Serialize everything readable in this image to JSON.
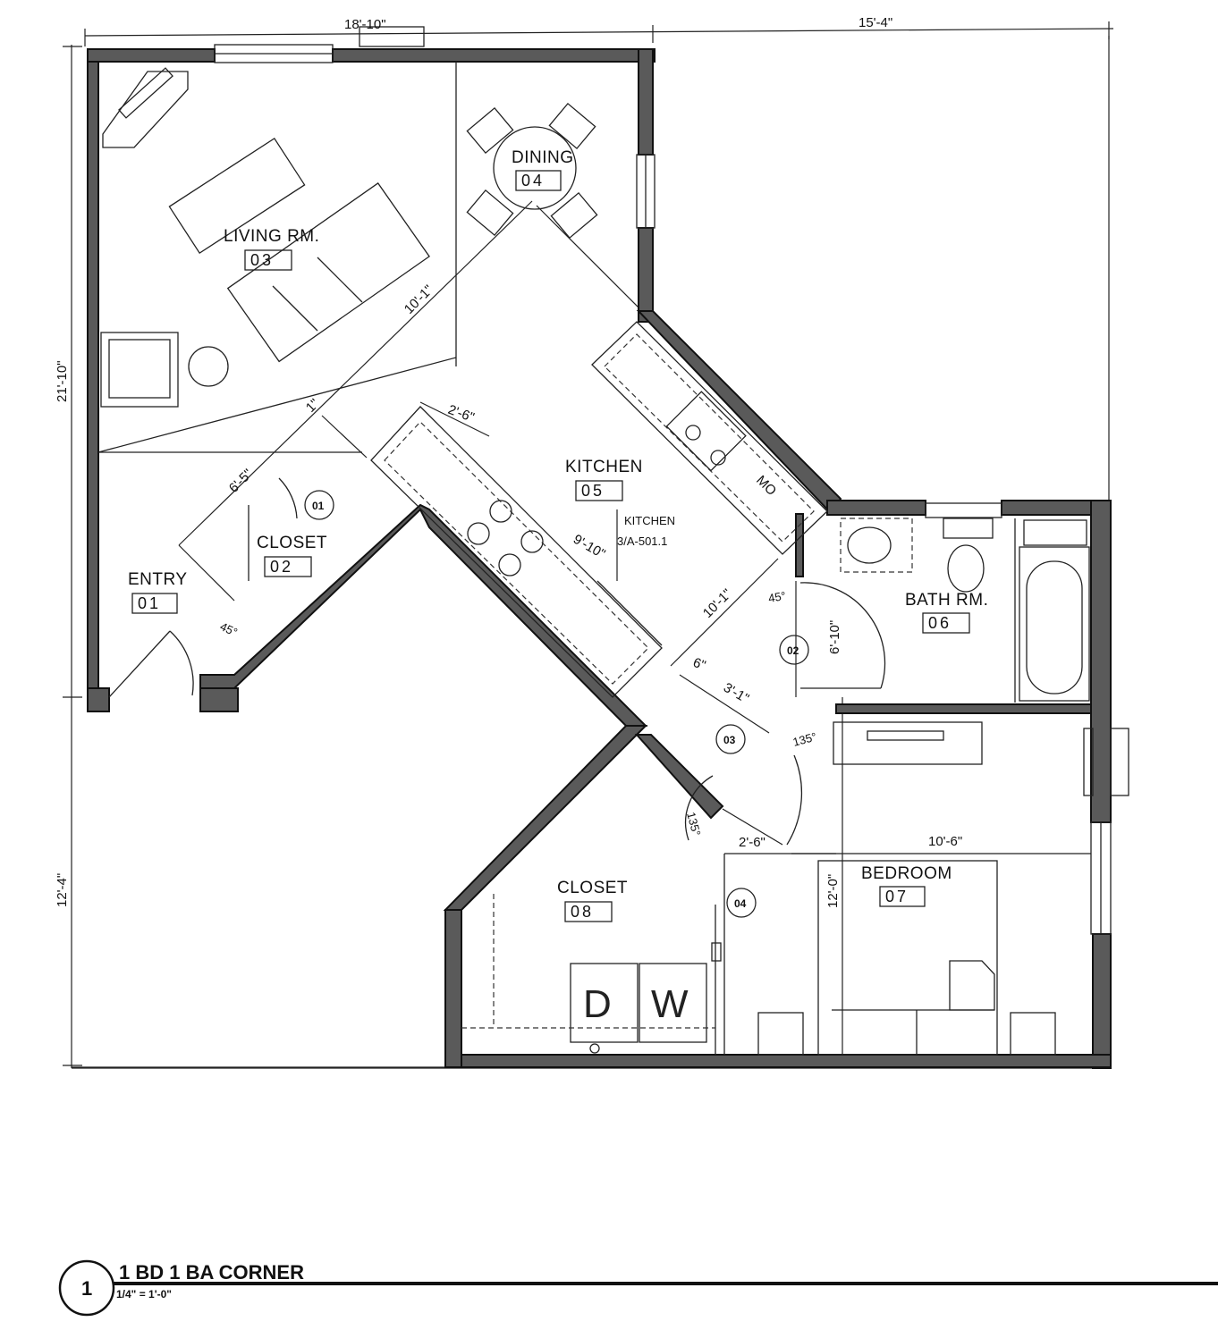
{
  "rooms": [
    {
      "name": "LIVING RM.",
      "number": "03"
    },
    {
      "name": "DINING",
      "number": "04"
    },
    {
      "name": "KITCHEN",
      "number": "05"
    },
    {
      "name": "ENTRY",
      "number": "01"
    },
    {
      "name": "CLOSET",
      "number": "02"
    },
    {
      "name": "BATH RM.",
      "number": "06"
    },
    {
      "name": "BEDROOM",
      "number": "07"
    },
    {
      "name": "CLOSET",
      "number": "08"
    }
  ],
  "kitchen_reference": {
    "line1": "KITCHEN",
    "line2": "3/A-501.1"
  },
  "door_tags": [
    "01",
    "02",
    "03",
    "04"
  ],
  "dimensions": {
    "top_left": "18'-10\"",
    "top_right": "15'-4\"",
    "left_upper": "21'-10\"",
    "left_lower": "12'-4\"",
    "living_diag": "10'-1\"",
    "entry_diag": "6'-5\"",
    "counter_depth": "2'-6\"",
    "counter_len": "9'-10\"",
    "hall_diag": "10'-1\"",
    "bath_height": "6'-10\"",
    "hall_six": "6\"",
    "hall_three": "3'-1\"",
    "closet_width": "2'-6\"",
    "bedroom_width": "10'-6\"",
    "bedroom_height": "12'-0\"",
    "one_inch": "1\""
  },
  "angles": {
    "a45_left": "45°",
    "a45_right": "45°",
    "a135_upper": "135°",
    "a135_lower": "135°"
  },
  "appliances": {
    "microwave": "MO",
    "dryer": "D",
    "washer": "W"
  },
  "title_block": {
    "number": "1",
    "title": "1 BD 1 BA CORNER",
    "scale": "1/4\" = 1'-0\""
  }
}
